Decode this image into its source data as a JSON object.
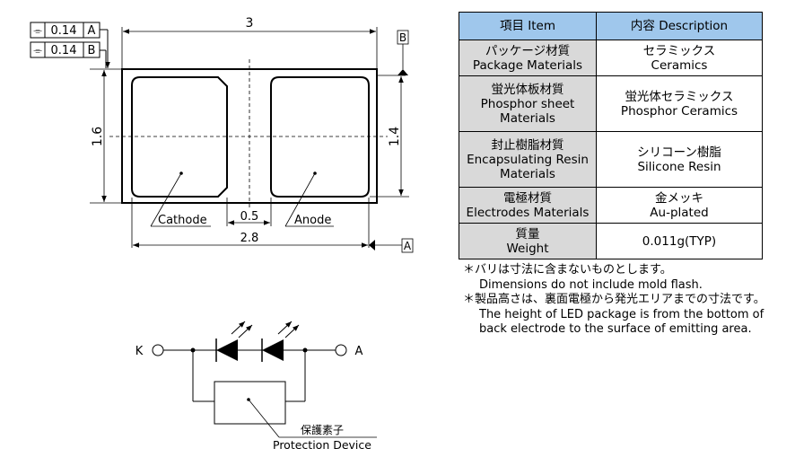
{
  "tolerance_frames": [
    {
      "symbol": "⌯",
      "value": "0.14",
      "datum": "A"
    },
    {
      "symbol": "⌯",
      "value": "0.14",
      "datum": "B"
    }
  ],
  "dimensions": {
    "overall_length": "3",
    "overall_width": "1.6",
    "pad_height": "1.4",
    "pad_gap": "0.5",
    "pad_span": "2.8",
    "datum_a": "A",
    "datum_b": "B"
  },
  "pad_labels": {
    "cathode": "Cathode",
    "anode": "Anode"
  },
  "circuit": {
    "k_label": "K",
    "a_label": "A",
    "protection_jp": "保護素子",
    "protection_en": "Protection Device"
  },
  "spec_table": {
    "header": {
      "item": "項目 Item",
      "description": "内容 Description"
    },
    "rows": [
      {
        "item": [
          "パッケージ材質",
          "Package Materials"
        ],
        "desc": [
          "セラミックス",
          "Ceramics"
        ]
      },
      {
        "item": [
          "蛍光体板材質",
          "Phosphor sheet",
          "Materials"
        ],
        "desc": [
          "蛍光体セラミックス",
          "Phosphor Ceramics"
        ]
      },
      {
        "item": [
          "封止樹脂材質",
          "Encapsulating Resin",
          "Materials"
        ],
        "desc": [
          "シリコーン樹脂",
          "Silicone Resin"
        ]
      },
      {
        "item": [
          "電極材質",
          "Electrodes Materials"
        ],
        "desc": [
          "金メッキ",
          "Au-plated"
        ]
      },
      {
        "item": [
          "質量",
          "Weight"
        ],
        "desc": [
          "0.011g(TYP)"
        ]
      }
    ]
  },
  "notes": [
    {
      "jp": "＊バリは寸法に含まないものとします。",
      "en": "Dimensions do not include mold flash."
    },
    {
      "jp": "＊製品高さは、裏面電極から発光エリアまでの寸法です。",
      "en": [
        "The height of LED package is from the bottom of",
        "back electrode to the surface of emitting area."
      ]
    }
  ]
}
